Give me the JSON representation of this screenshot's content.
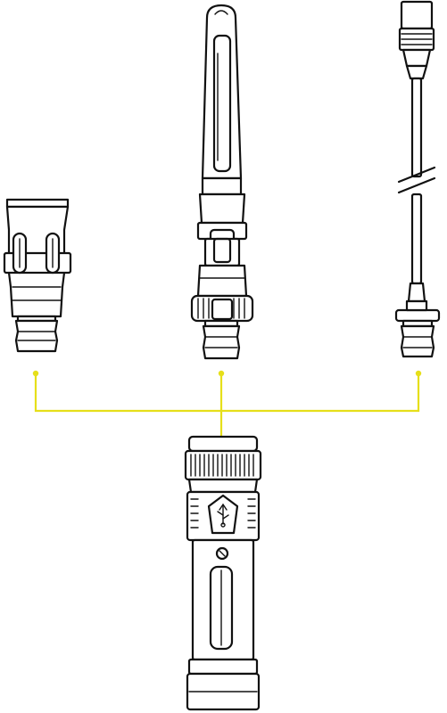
{
  "figure": {
    "colors": {
      "outline": "#111111",
      "background": "#ffffff",
      "connector": "#e6df1a"
    },
    "components": [
      {
        "name": "bulb-adapter",
        "icon": "bulb-adapter-icon"
      },
      {
        "name": "wand-attachment",
        "icon": "wand-icon"
      },
      {
        "name": "cable-adapter",
        "icon": "cable-plug-icon"
      },
      {
        "name": "flashlight-base",
        "icon": "flashlight-icon"
      }
    ],
    "usb_symbol": "usb-icon"
  }
}
